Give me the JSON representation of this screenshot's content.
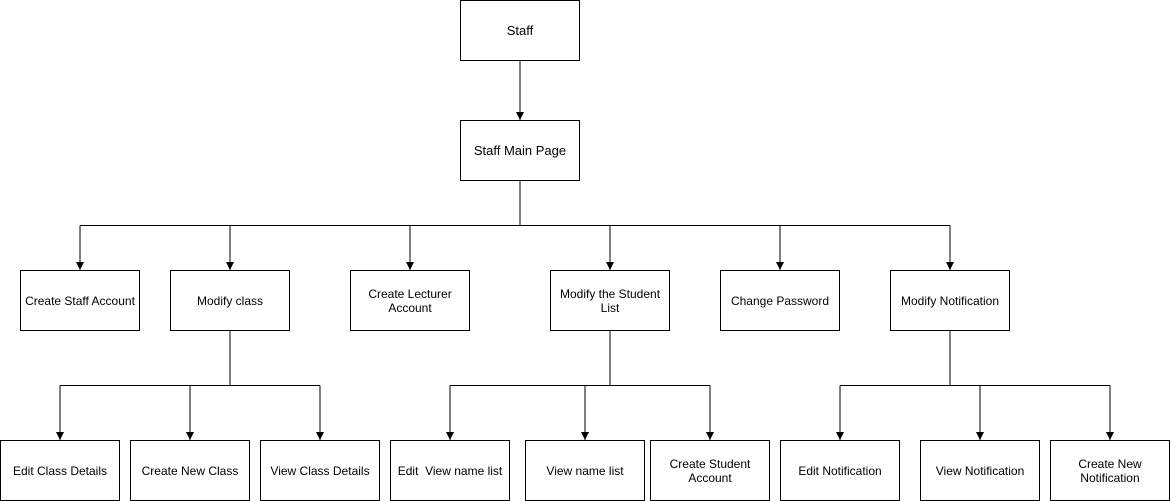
{
  "diagram": {
    "nodes": {
      "staff": "Staff",
      "main_page": "Staff Main Page",
      "create_staff_account": "Create Staff Account",
      "modify_class": "Modify class",
      "create_lecturer_account": "Create Lecturer\nAccount",
      "modify_student_list": "Modify the Student\nList",
      "change_password": "Change Password",
      "modify_notification": "Modify Notification",
      "edit_class_details": "Edit Class Details",
      "create_new_class": "Create New Class",
      "view_class_details": "View Class Details",
      "edit_view_name_list": "Edit  View name list",
      "view_name_list": "View name list",
      "create_student_account": "Create Student\nAccount",
      "edit_notification": "Edit Notification",
      "view_notification": "View Notification",
      "create_new_notification": "Create New\nNotification"
    },
    "edges": [
      [
        "staff",
        "main_page"
      ],
      [
        "main_page",
        "create_staff_account"
      ],
      [
        "main_page",
        "modify_class"
      ],
      [
        "main_page",
        "create_lecturer_account"
      ],
      [
        "main_page",
        "modify_student_list"
      ],
      [
        "main_page",
        "change_password"
      ],
      [
        "main_page",
        "modify_notification"
      ],
      [
        "modify_class",
        "edit_class_details"
      ],
      [
        "modify_class",
        "create_new_class"
      ],
      [
        "modify_class",
        "view_class_details"
      ],
      [
        "modify_student_list",
        "edit_view_name_list"
      ],
      [
        "modify_student_list",
        "view_name_list"
      ],
      [
        "modify_student_list",
        "create_student_account"
      ],
      [
        "modify_notification",
        "edit_notification"
      ],
      [
        "modify_notification",
        "view_notification"
      ],
      [
        "modify_notification",
        "create_new_notification"
      ]
    ]
  }
}
